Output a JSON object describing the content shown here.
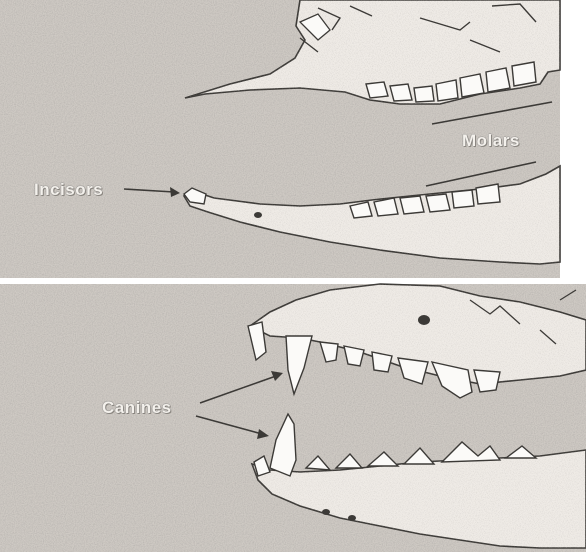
{
  "figure": {
    "labels": {
      "molars": "Molars",
      "incisors": "Incisors",
      "canines": "Canines"
    },
    "colors": {
      "paper": "#ffffff",
      "stipple_background": "#cfcac4",
      "bone": "#efebe6",
      "tooth": "#fbfaf8",
      "ink": "#3c3a37",
      "label_text": "#f4f1ec"
    },
    "panels": [
      "herbivore-jaw",
      "carnivore-jaw"
    ]
  }
}
